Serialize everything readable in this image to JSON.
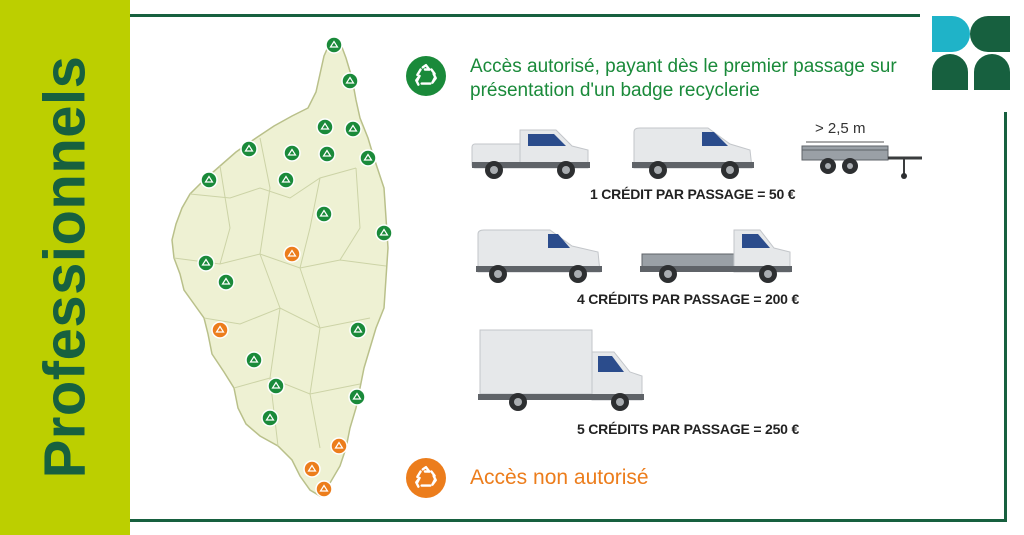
{
  "sidebar": {
    "title": "Professionnels"
  },
  "legend": {
    "authorized": "Accès autorisé, payant dès le premier passage sur présentation d'un badge recyclerie",
    "not_authorized": "Accès non autorisé",
    "icon": "recycle-icon"
  },
  "tiers": [
    {
      "label": "1 CRÉDIT PAR PASSAGE = 50 €",
      "vehicles": [
        "pickup-truck",
        "small-van",
        "trailer"
      ]
    },
    {
      "label": "4 CRÉDITS PAR PASSAGE = 200 €",
      "vehicles": [
        "large-van",
        "flatbed-truck"
      ]
    },
    {
      "label": "5 CRÉDITS PAR PASSAGE = 250 €",
      "vehicles": [
        "box-truck"
      ]
    }
  ],
  "trailer_dimension": "> 2,5 m",
  "colors": {
    "sidebar": "#bccf00",
    "dark_green": "#17603f",
    "authorized": "#1a8a3a",
    "not_authorized": "#ec7d1c",
    "map_fill": "#eef1d3",
    "logo_teal": "#1fb3c8"
  }
}
